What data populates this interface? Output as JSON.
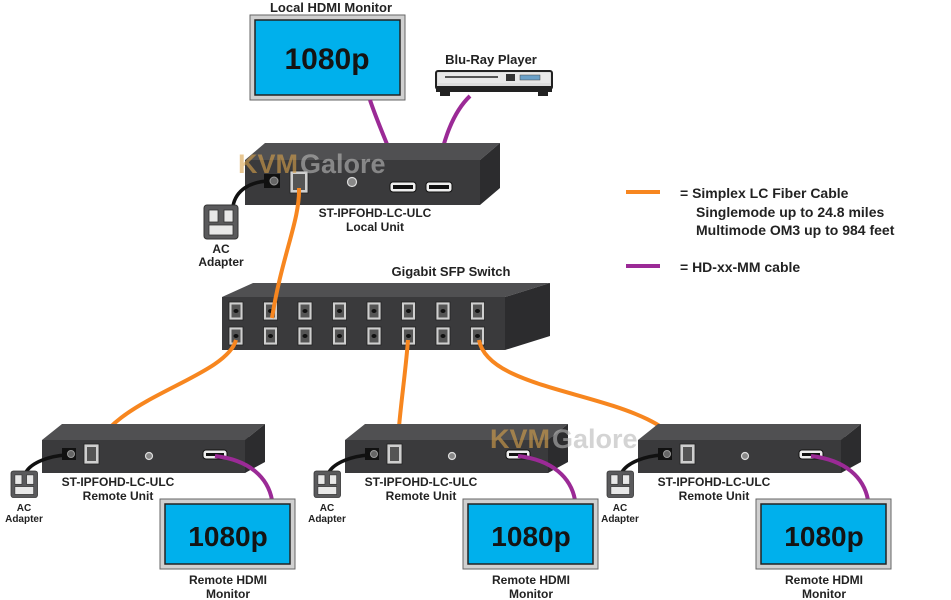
{
  "title": "ST-IPFOHD-LC-ULC connection diagram",
  "watermark": {
    "part1": "KVM",
    "part2": "Galore"
  },
  "local_monitor": {
    "label": "Local HDMI Monitor",
    "screen_text": "1080p"
  },
  "bluray": {
    "label": "Blu-Ray Player"
  },
  "local_unit": {
    "model": "ST-IPFOHD-LC-ULC",
    "role": "Local Unit"
  },
  "local_ac": {
    "line1": "AC",
    "line2": "Adapter"
  },
  "switch": {
    "label": "Gigabit SFP Switch",
    "rows": 2,
    "ports_per_row": 8
  },
  "legend": {
    "fiber": {
      "color": "#f7861f",
      "line1": "= Simplex LC Fiber Cable",
      "line2": "Singlemode up to 24.8 miles",
      "line3": "Multimode OM3 up to 984 feet"
    },
    "hdmi": {
      "color": "#9b2a96",
      "line1": "= HD-xx-MM cable"
    }
  },
  "remote_units": [
    {
      "model": "ST-IPFOHD-LC-ULC",
      "role": "Remote Unit",
      "ac_line1": "AC",
      "ac_line2": "Adapter",
      "monitor_text": "1080p",
      "monitor_line1": "Remote HDMI",
      "monitor_line2": "Monitor"
    },
    {
      "model": "ST-IPFOHD-LC-ULC",
      "role": "Remote Unit",
      "ac_line1": "AC",
      "ac_line2": "Adapter",
      "monitor_text": "1080p",
      "monitor_line1": "Remote HDMI",
      "monitor_line2": "Monitor"
    },
    {
      "model": "ST-IPFOHD-LC-ULC",
      "role": "Remote Unit",
      "ac_line1": "AC",
      "ac_line2": "Adapter",
      "monitor_text": "1080p",
      "monitor_line1": "Remote HDMI",
      "monitor_line2": "Monitor"
    }
  ],
  "colors": {
    "screen": "#00b0ec",
    "bezel": "#d0d0d0",
    "device_front": "#3a3a3c",
    "device_top": "#505052",
    "device_side": "#2c2c2e",
    "fiber": "#f7861f",
    "hdmi": "#9b2a96",
    "power": "#111111"
  }
}
